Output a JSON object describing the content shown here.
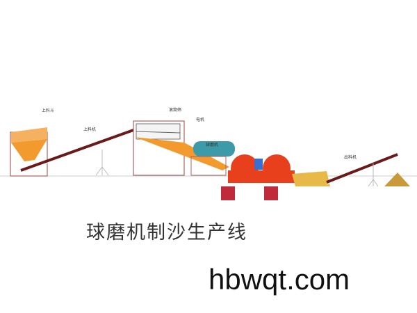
{
  "labels": {
    "hopper": "上料斗",
    "feeder": "上料机",
    "drum_screen": "滚筒筛",
    "motor": "电机",
    "ball_mill": "球磨机",
    "discharge": "出料机"
  },
  "title": "球磨机制沙生产线",
  "watermark": "hbwqt.com",
  "colors": {
    "orange": "#f29a2e",
    "red": "#e8401c",
    "teal": "#3d9aa8",
    "belt": "#6a1a1a",
    "sand": "#c89a3a",
    "frame": "#b06060"
  }
}
